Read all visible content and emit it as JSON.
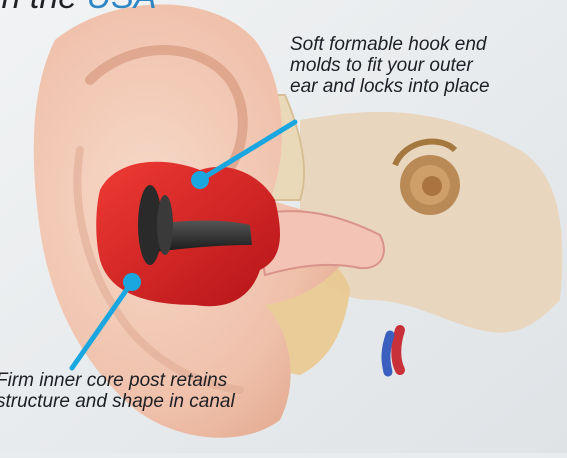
{
  "title": {
    "prefix": "in the ",
    "accent": "USA"
  },
  "callouts": [
    {
      "lines": [
        "Soft formable hook end",
        "molds to fit your outer",
        "ear and locks into place"
      ]
    },
    {
      "lines": [
        "Firm inner core post retains",
        "structure and shape in canal"
      ]
    }
  ],
  "colors": {
    "background": "#e9ecef",
    "skin": "#f2c7b4",
    "earplug": "#d8201f",
    "core": "#2b2b2b",
    "pointer": "#1aa6df",
    "title_accent": "#2f86c2"
  }
}
